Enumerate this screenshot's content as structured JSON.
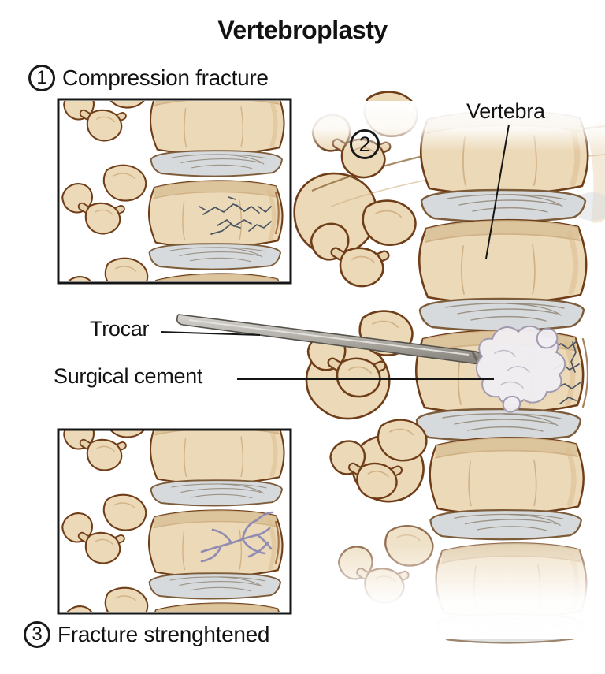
{
  "title": "Vertebroplasty",
  "steps": {
    "one": {
      "number": "1",
      "label": "Compression fracture"
    },
    "two": {
      "number": "2"
    },
    "three": {
      "number": "3",
      "label": "Fracture strenghtened"
    }
  },
  "callouts": {
    "vertebra": "Vertebra",
    "trocar": "Trocar",
    "surgical_cement": "Surgical cement"
  },
  "colors": {
    "background": "#ffffff",
    "text": "#121212",
    "bone": "#ecd9b8",
    "bone_outline": "#6f3d18",
    "disc": "#d6dadc",
    "fracture_crack": "#4a5463",
    "cement": "#f0eef2",
    "cement_filled_crack": "#8f8bb3",
    "trocar_metal": "#c0beb8"
  }
}
